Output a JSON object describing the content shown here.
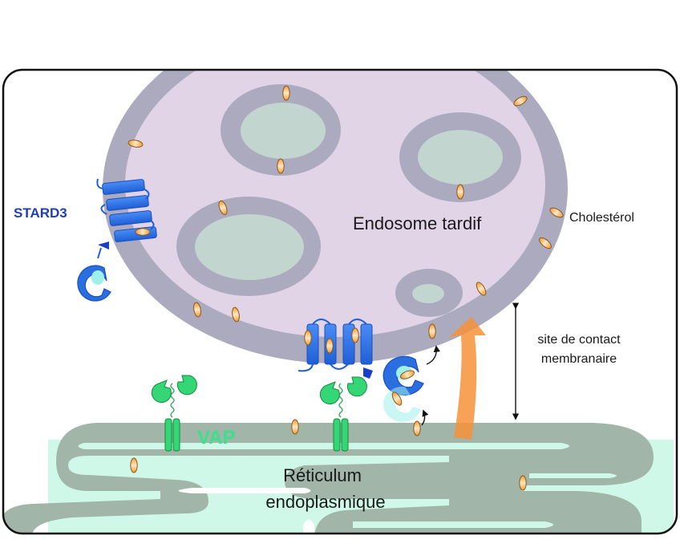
{
  "figure": {
    "labels": {
      "endosome": "Endosome tardif",
      "cholesterol": "Cholestérol",
      "stard3": "STARD3",
      "vap": "VAP",
      "contact_site_line1": "site de contact",
      "contact_site_line2": "membranaire",
      "er_line1": "Réticulum",
      "er_line2": "endoplasmique"
    },
    "colors": {
      "endosome_membrane": "#abaabe",
      "endosome_lumen": "#e1d4e6",
      "vesicle_lumen": "#c2d5cf",
      "er_membrane": "#a2b5a9",
      "er_lumen": "#cff8e8",
      "cholesterol_fill": "#f7b567",
      "cholesterol_stroke": "#8a5a18",
      "stard3_blue": "#2a6ee0",
      "stard3_label": "#1d3fb5",
      "start_domain_lumen": "#9ff0ea",
      "vap_green": "#35d675",
      "vap_label": "#3ae08a",
      "transfer_arrow": "#f7923a",
      "frame": "#111111"
    }
  }
}
